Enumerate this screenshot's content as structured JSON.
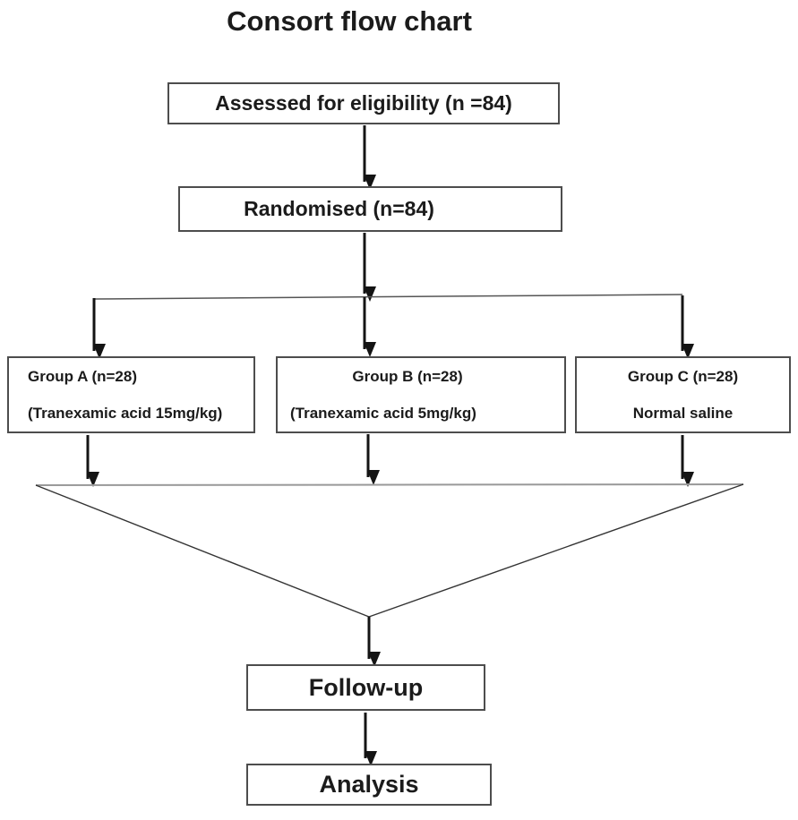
{
  "title": "Consort flow chart",
  "colors": {
    "box-border": "#4d4d4d",
    "arrow": "#141414",
    "text": "#1b1b1b",
    "background": "#ffffff"
  },
  "flowchart": {
    "type": "consort-flow-diagram",
    "nodes": {
      "eligibility": {
        "label": "Assessed for eligibility (n =84)"
      },
      "randomised": {
        "label": "Randomised (n=84)"
      },
      "group_a": {
        "line1": "Group A (n=28)",
        "line2": "(Tranexamic acid 15mg/kg)"
      },
      "group_b": {
        "line1": "Group B (n=28)",
        "line2": "(Tranexamic acid 5mg/kg)"
      },
      "group_c": {
        "line1": "Group C (n=28)",
        "line2": "Normal saline"
      },
      "followup": {
        "label": "Follow-up"
      },
      "analysis": {
        "label": "Analysis"
      }
    },
    "edges": [
      {
        "from": "eligibility",
        "to": "randomised"
      },
      {
        "from": "randomised",
        "to": "group_a"
      },
      {
        "from": "randomised",
        "to": "group_b"
      },
      {
        "from": "randomised",
        "to": "group_c"
      },
      {
        "from": "group_a",
        "to": "followup"
      },
      {
        "from": "group_b",
        "to": "followup"
      },
      {
        "from": "group_c",
        "to": "followup"
      },
      {
        "from": "followup",
        "to": "analysis"
      }
    ]
  }
}
